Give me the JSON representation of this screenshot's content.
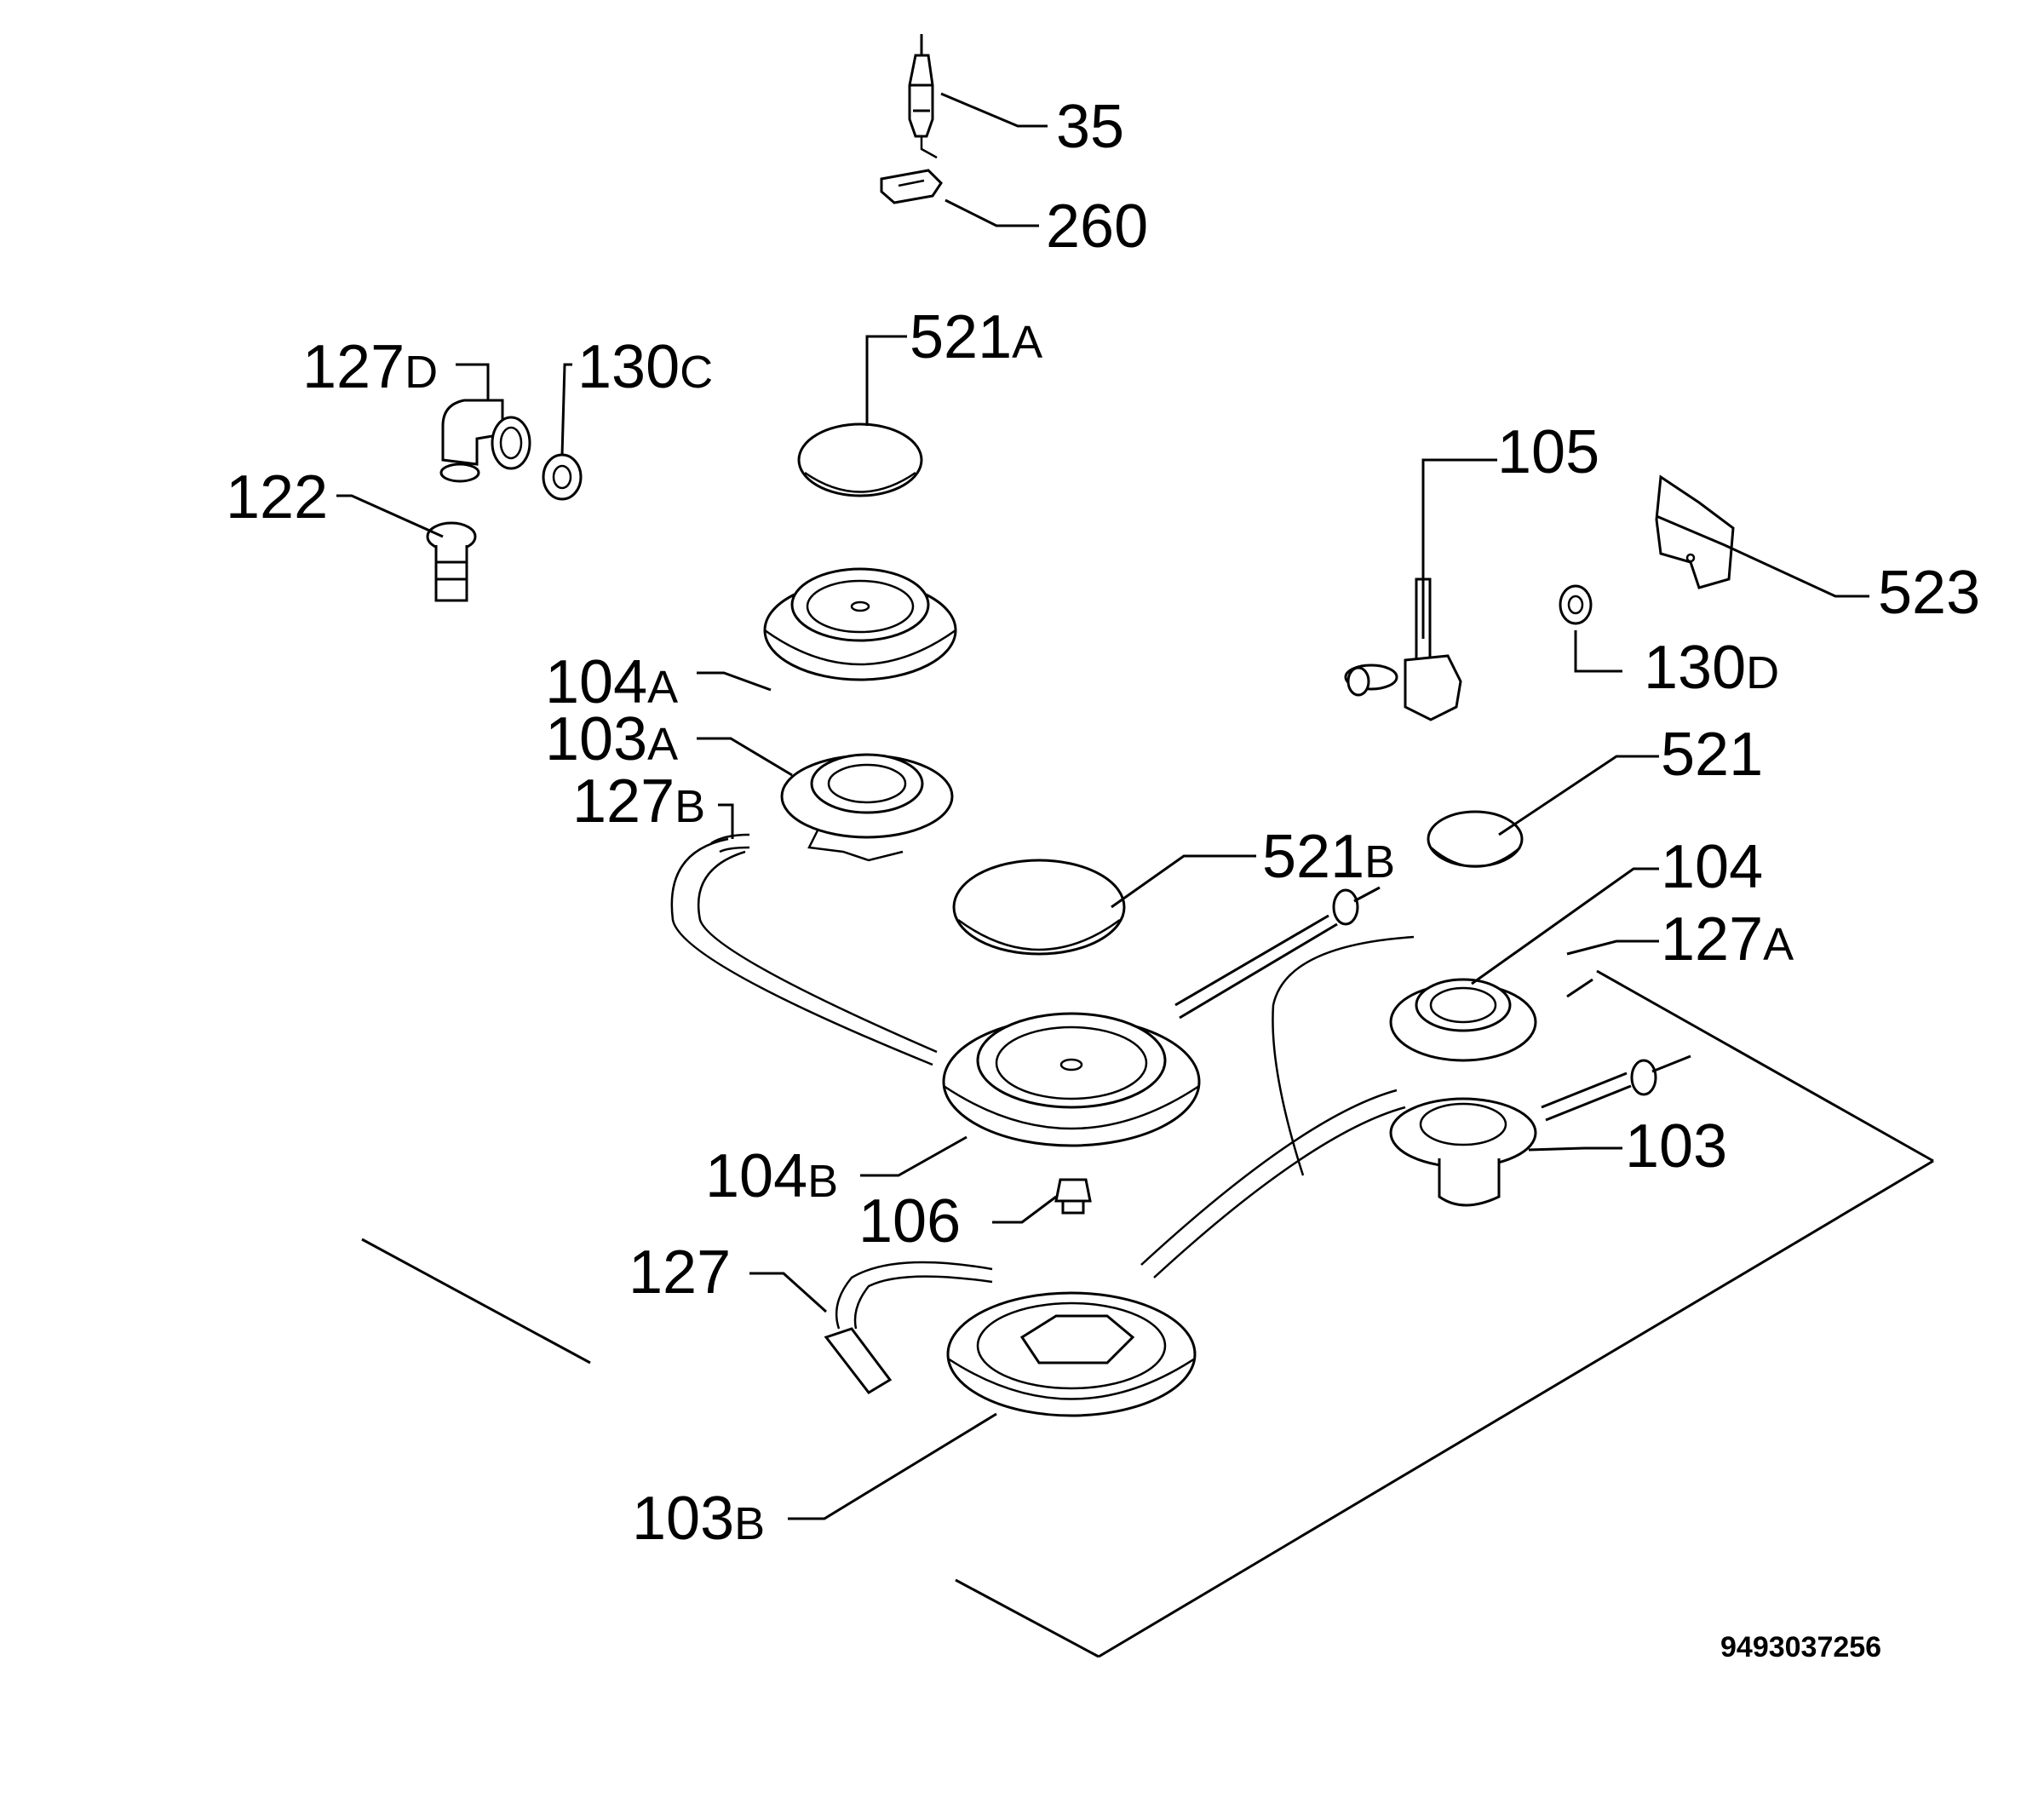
{
  "diagram": {
    "labels": {
      "l35": "35",
      "l260": "260",
      "l521A": "521",
      "l521A_s": "A",
      "l127D": "127",
      "l127D_s": "D",
      "l130C": "130",
      "l130C_s": "C",
      "l122": "122",
      "l104A": "104",
      "l104A_s": "A",
      "l103A": "103",
      "l103A_s": "A",
      "l127B": "127",
      "l127B_s": "B",
      "l521B": "521",
      "l521B_s": "B",
      "l105": "105",
      "l523": "523",
      "l130D": "130",
      "l130D_s": "D",
      "l521": "521",
      "l104": "104",
      "l127A": "127",
      "l127A_s": "A",
      "l104B": "104",
      "l104B_s": "B",
      "l103": "103",
      "l106": "106",
      "l127": "127",
      "l103B": "103",
      "l103B_s": "B"
    },
    "code": "9493037256"
  }
}
